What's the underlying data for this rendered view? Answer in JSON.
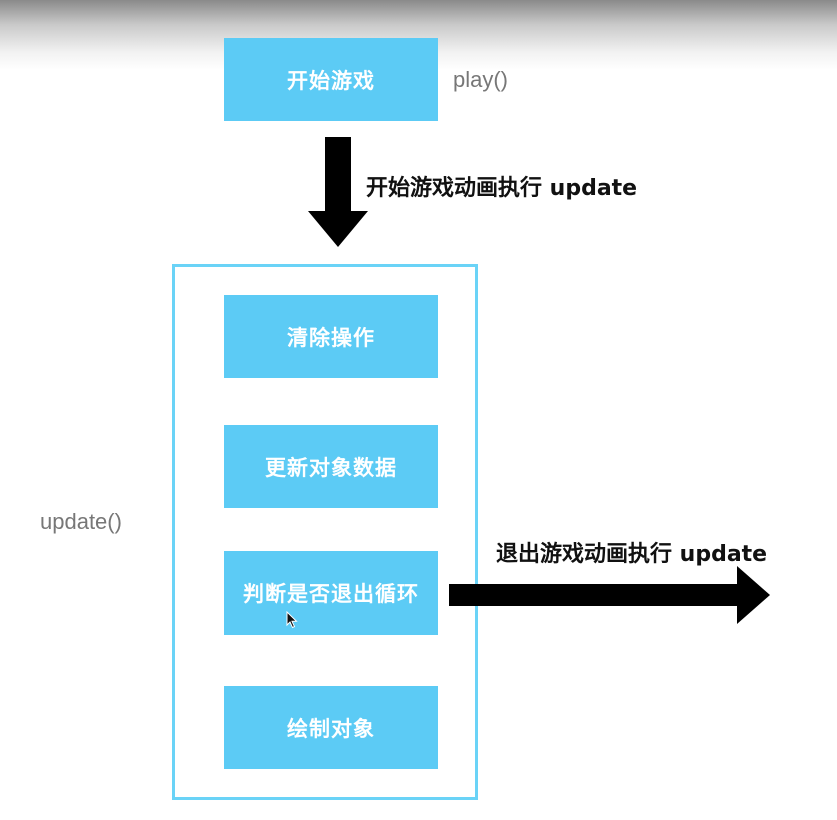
{
  "start_box": {
    "label": "开始游戏"
  },
  "start_note": "play()",
  "start_caption": "开始游戏动画执行 update",
  "loop_note": "update()",
  "loop_steps": [
    {
      "label": "清除操作"
    },
    {
      "label": "更新对象数据"
    },
    {
      "label": "判断是否退出循环"
    },
    {
      "label": "绘制对象"
    }
  ],
  "exit_caption": "退出游戏动画执行 update",
  "colors": {
    "box_fill": "#5ccbf5",
    "frame_border": "#6ad3f7",
    "arrow": "#000000"
  },
  "icons": {
    "cursor": "mouse-pointer-icon"
  }
}
